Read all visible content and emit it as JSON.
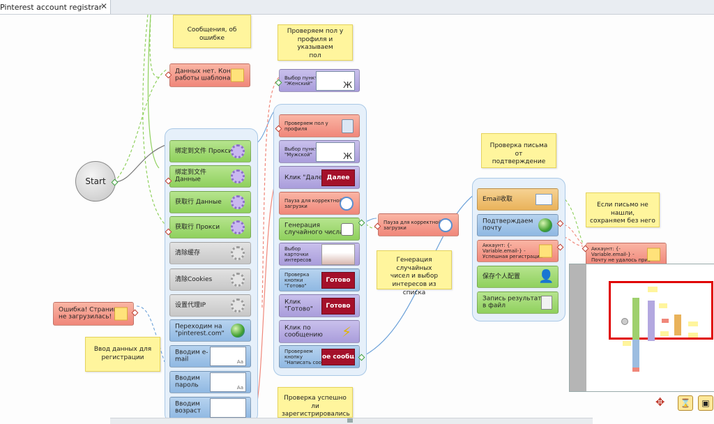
{
  "tab": {
    "title": "Pinterest account registrar",
    "close": "✕"
  },
  "start": "Start",
  "notes": {
    "messages": "Сообщения, об ошибке",
    "gender_check": "Проверяем пол у\nпрофиля и указываем\nпол",
    "email_check": "Проверка письма от\nподтверждение",
    "no_email": "Если письмо не нашли,\nсохраняем без него",
    "random": "Генерация случайных\nчисел и выбор\nинтересов из списка",
    "input_data": "Ввод данных для\nрегистрации",
    "reg_check": "Проверка успешно ли\nзарегистрировались"
  },
  "left_nodes": {
    "no_data": "Данных нет. Конец\nработы шаблона.",
    "error_page": "Ошибка! Страница\nне загрузилась!",
    "bind_proxy": "绑定到文件 Прокси",
    "bind_data": "绑定到文件\nДанные",
    "get_data": "获取行 Данные",
    "get_proxy": "获取行 Прокси",
    "clear_cache": "清除缓存",
    "clear_cookies": "清除Cookies",
    "set_proxy": "设置代理IP",
    "goto": "Переходим на\n\"pinterest.com\"",
    "email": "Вводим е-\nmail",
    "password": "Вводим\nпароль",
    "age": "Вводим\nвозраст"
  },
  "mid_nodes": {
    "female": "Выбор пункта\n\"Женский\"",
    "check_gender": "Проверяем пол у\nпрофиля",
    "male": "Выбор пункта\n\"Мужской\"",
    "click_next": "Клик \"Далее\"",
    "next_btn": "Далее",
    "pause": "Пауза для корректной\nзагрузки",
    "random_num": "Генерация\nслучайного числа",
    "choose_cards": "Выбор\nкарточки\nинтересов",
    "check_ready": "Проверка\nкнопки\n\"Готово\"",
    "ready_btn": "Готово",
    "click_ready": "Клик\n\"Готово\"",
    "ready_btn2": "Готово",
    "click_msg": "Клик по\nсообщению",
    "check_write": "Проверяем\nкнопку\n\"Написать сооб",
    "write_btn": "ое сообще"
  },
  "pause2": "Пауза для корректной\nзагрузки",
  "right_nodes": {
    "email_get": "Email收取",
    "confirm": "Подтверждаем\nпочту",
    "account_ok": "Аккаунт: {-\nVariable.email-} -\nУспешная регистрация",
    "save_profile": "保存个人配置",
    "write_file": "Запись результата\nв файл"
  },
  "account_fail": "Аккаунт: {-\nVariable.email-} -\nПочту не удалось прив",
  "preview_mark": "Ж",
  "preview_aa": "Aa",
  "colors": {
    "green": "#8fd05d",
    "salmon": "#f0877a",
    "purple": "#a99ddb",
    "blue": "#8fb8e2",
    "note": "#fff59d",
    "minimap_frame": "#e00000"
  }
}
